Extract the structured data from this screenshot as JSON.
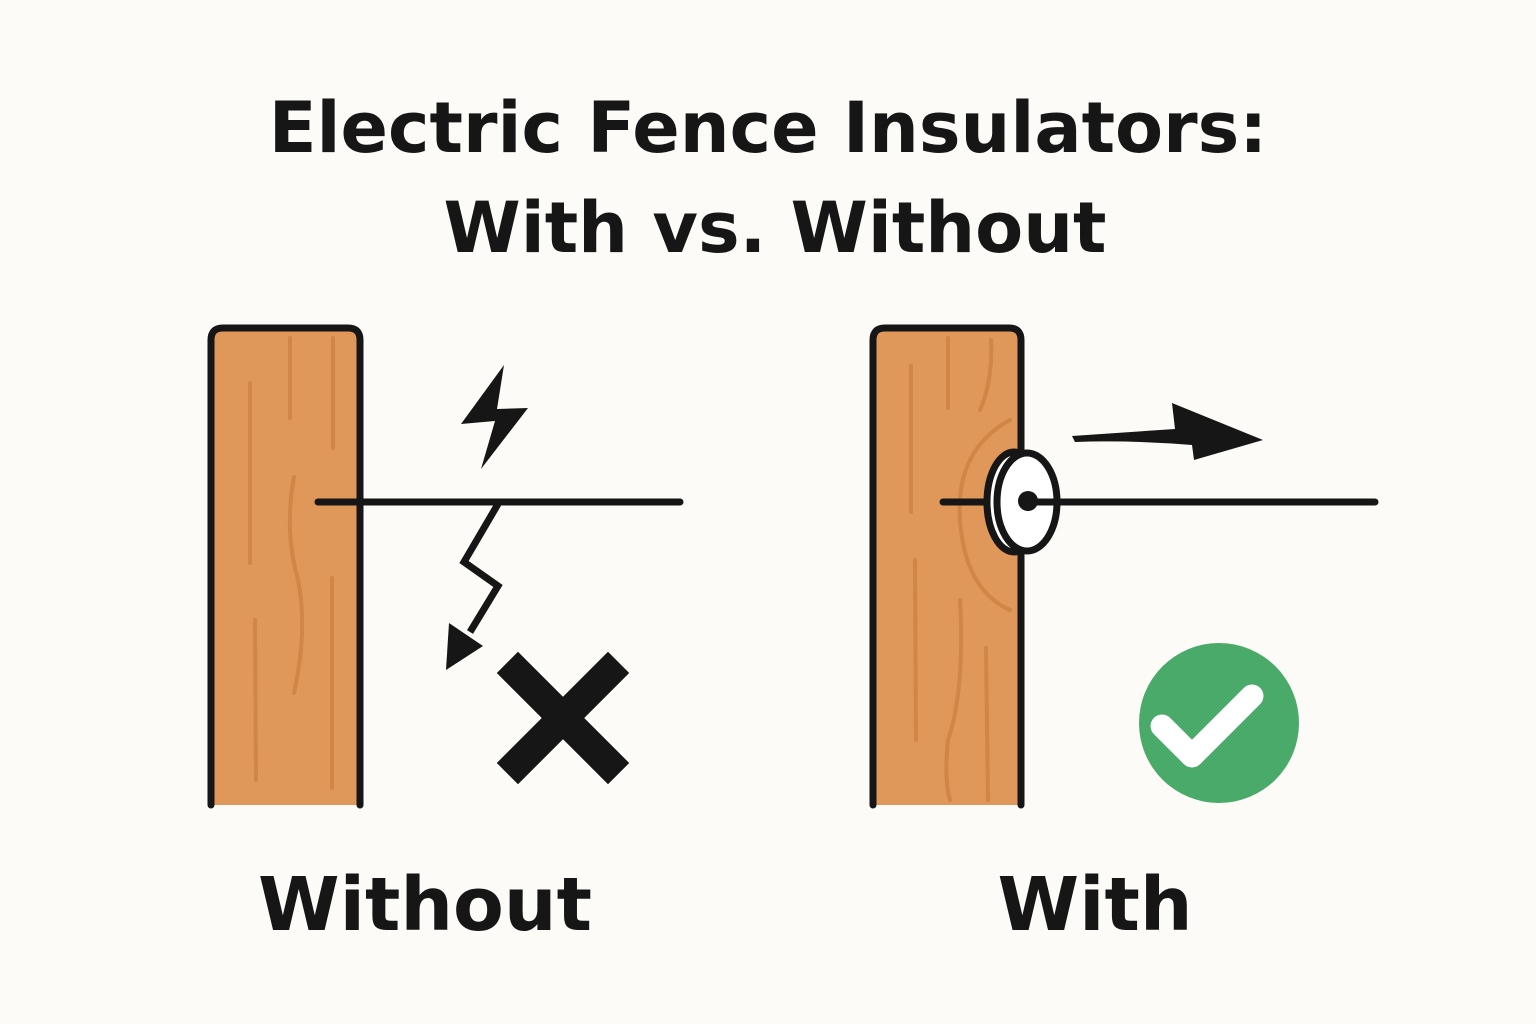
{
  "title": {
    "line1": "Electric Fence Insulators:",
    "line2": "With vs. Without"
  },
  "panels": {
    "without": {
      "label": "Without",
      "result_icon": "x-mark-icon"
    },
    "with": {
      "label": "With",
      "result_icon": "check-circle-icon"
    }
  },
  "colors": {
    "post_fill": "#e0985a",
    "post_grain": "#cf8646",
    "outline": "#161616",
    "check_green": "#4aaa6a",
    "background": "#fcfbf8"
  }
}
